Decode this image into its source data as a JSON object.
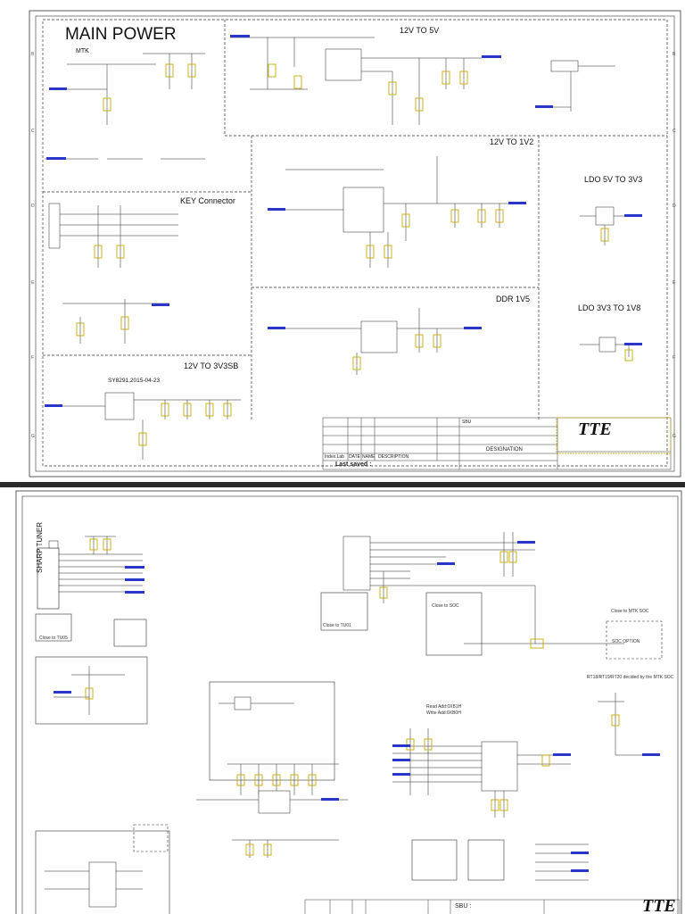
{
  "sheet1": {
    "title": "MAIN POWER",
    "mtk_label": "MTK",
    "sections": {
      "s12v_to_5v": "12V TO 5V",
      "s12v_to_1v2": "12V TO 1V2",
      "ldo_5v_3v3": "LDO 5V TO 3V3",
      "key_connector": "KEY Connector",
      "ddr_1v5": "DDR  1V5",
      "ldo_3v3_1v8": "LDO 3V3 TO 1V8",
      "s12v_to_3v3sb": "12V TO 3V3SB",
      "sy_date": "SY8291,2015-04-23"
    },
    "title_block": {
      "sbu": "SBU",
      "designation": "DESIGNATION",
      "last_saved_label": "Last saved :",
      "logo": "TTE",
      "col_labels": [
        "Index.Lab",
        "DATE",
        "NAME",
        "DESCRIPTION"
      ]
    }
  },
  "sheet2": {
    "sharp_tuner": "SHARP TUNER",
    "close_to_tu": "Close to TU05",
    "close_to_tu01": "Close to TU01",
    "close_to_soc": "Close to SOC",
    "close_to_mtk_soc": "Close to MTK SOC",
    "soc_option": "SOC OPTION",
    "decided_note": "RT18/RT19/RT20  decided by the MTK SOC",
    "read_addr": "Read Add:0XB1H",
    "write_addr": "Write Add:0XB0H",
    "title_block": {
      "sbu": "SBU :",
      "logo": "TTE"
    }
  }
}
